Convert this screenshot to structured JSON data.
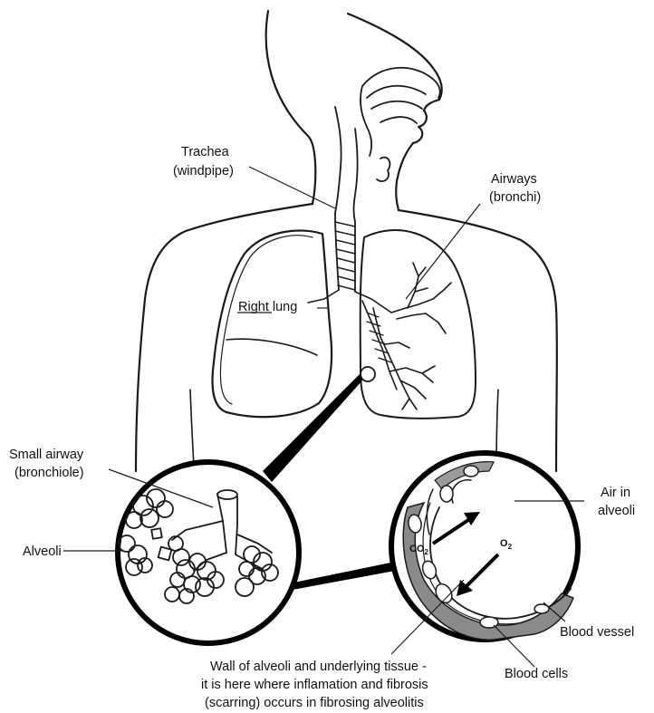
{
  "labels": {
    "trachea_line1": "Trachea",
    "trachea_line2": "(windpipe)",
    "airways_line1": "Airways",
    "airways_line2": "(bronchi)",
    "right_lung": "Right lung",
    "small_airway_line1": "Small airway",
    "small_airway_line2": "(bronchiole)",
    "alveoli": "Alveoli",
    "air_in_alveoli_line1": "Air in",
    "air_in_alveoli_line2": "alveoli",
    "co2": "CO",
    "co2_sub": "2",
    "o2": "O",
    "o2_sub": "2",
    "blood_vessel": "Blood vessel",
    "blood_cells": "Blood cells",
    "wall_line1": "Wall of alveoli and underlying tissue -",
    "wall_line2": "it is here where inflamation and fibrosis",
    "wall_line3": "(scarring) occurs in fibrosing alveolitis"
  }
}
